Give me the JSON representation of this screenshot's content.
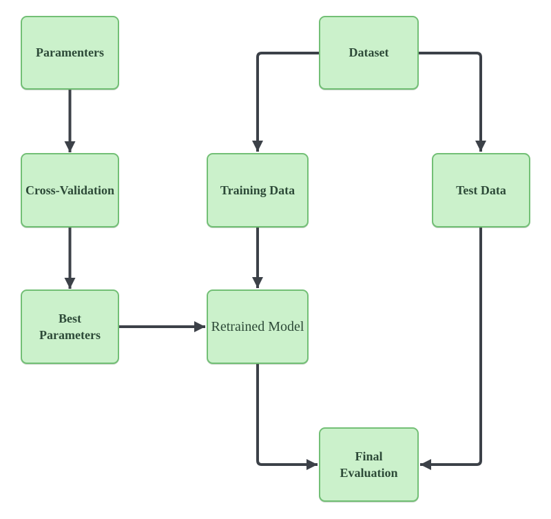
{
  "diagram": {
    "colors": {
      "node_fill": "#cbf1cb",
      "node_border": "#72bf75",
      "node_text": "#2d4a38",
      "arrow": "#3c4148",
      "background": "#ffffff"
    },
    "nodes": [
      {
        "id": "parameters",
        "label": "Paramenters",
        "bold": true
      },
      {
        "id": "cross-validation",
        "label": "Cross-Validation",
        "bold": true
      },
      {
        "id": "best-parameters",
        "label": "Best\nParameters",
        "bold": true
      },
      {
        "id": "dataset",
        "label": "Dataset",
        "bold": true
      },
      {
        "id": "training-data",
        "label": "Training Data",
        "bold": true
      },
      {
        "id": "test-data",
        "label": "Test Data",
        "bold": true
      },
      {
        "id": "retrained-model",
        "label": "Retrained Model",
        "bold": false
      },
      {
        "id": "final-evaluation",
        "label": "Final\nEvaluation",
        "bold": true
      }
    ],
    "edges": [
      {
        "from": "parameters",
        "to": "cross-validation"
      },
      {
        "from": "cross-validation",
        "to": "best-parameters"
      },
      {
        "from": "best-parameters",
        "to": "retrained-model"
      },
      {
        "from": "dataset",
        "to": "training-data"
      },
      {
        "from": "dataset",
        "to": "test-data"
      },
      {
        "from": "training-data",
        "to": "retrained-model"
      },
      {
        "from": "retrained-model",
        "to": "final-evaluation"
      },
      {
        "from": "test-data",
        "to": "final-evaluation"
      }
    ]
  }
}
